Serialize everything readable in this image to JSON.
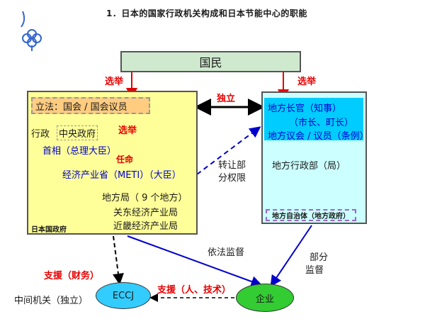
{
  "title": "1．日本的国家行政机关构成和日本节能中心的职能",
  "kokumin": "国民",
  "election_left": "选举",
  "election_right": "选举",
  "independent": "独立",
  "national": {
    "legislature": "立法：国会 / 国会议员",
    "executive_label": "行政",
    "central_gov": "中央政府",
    "election_mid": "选举",
    "pm": "首相（总理大臣）",
    "appoint": "任命",
    "meti": "经济产业省（METI）（大臣）",
    "regional_bureau": "地方局（ 9 个地方）",
    "kanto": "关东经济产业局",
    "kinki": "近畿经济产业局",
    "label": "日本国政府"
  },
  "transfer": [
    "转让部",
    "分权限"
  ],
  "local": {
    "head1": "地方长官（知事）",
    "head2": "（市长、町长）",
    "assembly": "地方议会 / 议员（条例）",
    "admin": "地方行政部（局）",
    "label": "地方自治体（地方政府）"
  },
  "legal_supervision": "依法监督",
  "partial_supervision": [
    "部分",
    "监督"
  ],
  "support_finance": "支援（财务）",
  "support_people": "支援（人、技术）",
  "intermediary": "中间机关（独立）",
  "eccj": "ECCJ",
  "enterprise": "企业"
}
